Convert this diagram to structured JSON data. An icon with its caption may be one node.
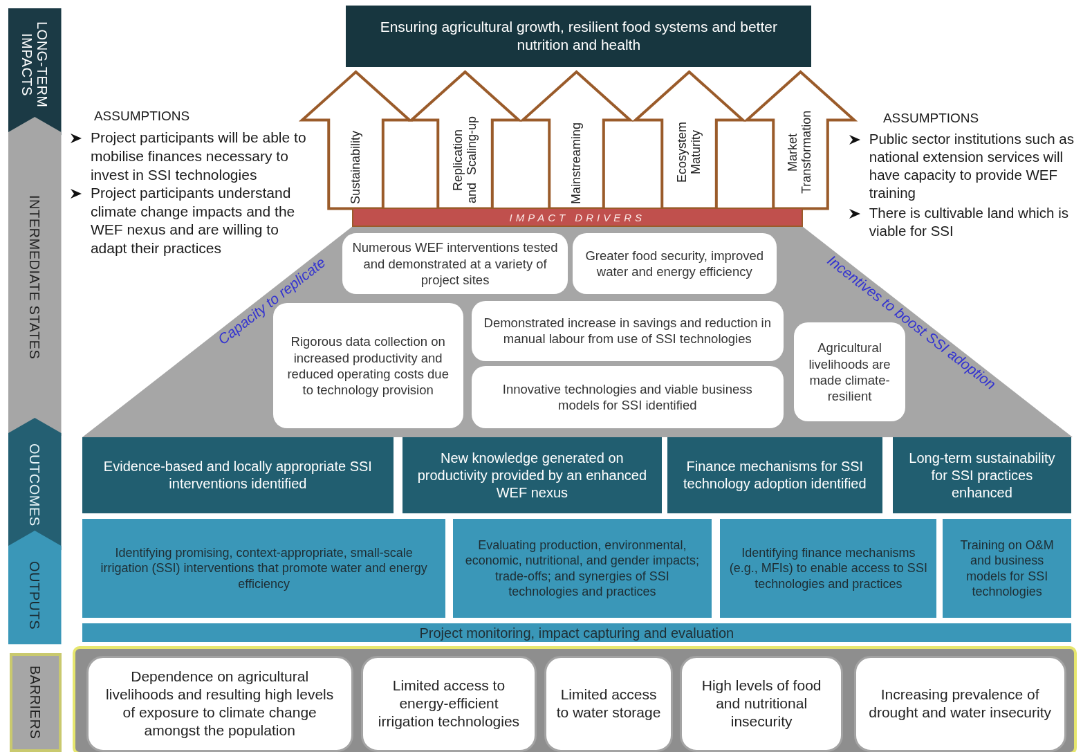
{
  "diagram": {
    "nodes": [
      {
        "text": [
          "LONG-TERM IMPACTS"
        ]
      },
      {
        "text": [
          "INTERMEDIATE STATES"
        ]
      },
      {
        "text": [
          "OUTCOMES"
        ]
      },
      {
        "text": [
          "OUTPUTS"
        ]
      },
      {
        "text": [
          "BARRIERS"
        ]
      },
      {
        "text": [
          "Ensuring agricultural growth, resilient food systems and better nutrition and health"
        ]
      },
      {
        "text": [
          "Sustainability"
        ]
      },
      {
        "text": [
          "Replication and Scaling-up"
        ]
      },
      {
        "text": [
          "Mainstreaming"
        ]
      },
      {
        "text": [
          "Ecosystem Maturity"
        ]
      },
      {
        "text": [
          "Market Transformation"
        ]
      },
      {
        "text": [
          "IMPACT DRIVERS"
        ]
      },
      {
        "text": [
          "Capacity to replicate",
          "Incentives to boost SSI adoption"
        ]
      },
      {
        "text": [
          "Numerous WEF interventions tested and demonstrated at a variety of project sites"
        ],
        "in": 12
      },
      {
        "text": [
          "Greater food security, improved water and energy efficiency"
        ],
        "in": 12
      },
      {
        "text": [
          "Rigorous data collection on increased productivity and reduced operating costs due to technology provision"
        ],
        "in": 12
      },
      {
        "text": [
          "Demonstrated increase in savings and reduction in manual labour from use of SSI technologies"
        ],
        "in": 12
      },
      {
        "text": [
          "Innovative technologies and viable business models for SSI identified"
        ],
        "in": 12
      },
      {
        "text": [
          "Agricultural livelihoods are made climate-resilient"
        ],
        "in": 12
      },
      {
        "text": [
          "Evidence-based and locally appropriate SSI interventions identified"
        ]
      },
      {
        "text": [
          "New knowledge generated on productivity provided by an enhanced WEF nexus"
        ]
      },
      {
        "text": [
          "Finance mechanisms for SSI technology adoption identified"
        ]
      },
      {
        "text": [
          "Long-term sustainability for SSI practices enhanced"
        ]
      },
      {
        "text": [
          "Identifying promising, context-appropriate, small-scale irrigation (SSI) interventions that promote water and energy efficiency"
        ]
      },
      {
        "text": [
          "Evaluating production, environmental, economic, nutritional, and gender impacts; trade-offs; and synergies of SSI technologies and practices"
        ]
      },
      {
        "text": [
          "Identifying finance mechanisms (e.g., MFIs) to enable access to SSI technologies and practices"
        ]
      },
      {
        "text": [
          "Training on O&M and business models for SSI technologies"
        ]
      },
      {
        "text": [
          "Project monitoring, impact capturing and evaluation"
        ]
      },
      {
        "text": [],
        "shape": "box"
      },
      {
        "text": [
          "Dependence on agricultural livelihoods and resulting high levels of exposure to climate change amongst the population"
        ],
        "in": 28
      },
      {
        "text": [
          "Limited access to energy-efficient irrigation technologies"
        ],
        "in": 28
      },
      {
        "text": [
          "Limited access to water storage"
        ],
        "in": 28
      },
      {
        "text": [
          "High levels of food and nutritional insecurity"
        ],
        "in": 28
      },
      {
        "text": [
          "Increasing prevalence of drought and water insecurity"
        ],
        "in": 28
      }
    ],
    "edges": [],
    "labels": [
      "ASSUMPTIONS",
      "Project participants will be able to mobilise finances necessary to invest in SSI technologies",
      "Project participants understand climate change impacts and the WEF nexus and are willing to adapt their practices",
      "ASSUMPTIONS",
      "Public sector institutions such as national extension services will have capacity to provide WEF training",
      "There is cultivable land which is viable for SSI"
    ]
  }
}
